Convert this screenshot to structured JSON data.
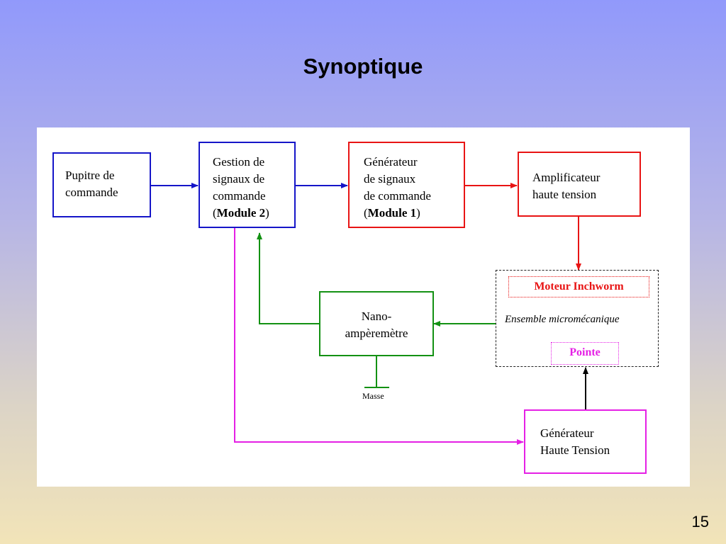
{
  "slide": {
    "title": "Synoptique",
    "page_number": "15"
  },
  "diagram": {
    "pupitre": {
      "line1": "Pupitre de",
      "line2": "commande"
    },
    "gestion": {
      "line1": "Gestion de",
      "line2": "signaux de",
      "line3": "commande",
      "module_open": "(",
      "module_bold": "Module 2",
      "module_close": ")"
    },
    "generateur_signaux": {
      "line1": "Générateur",
      "line2": "de signaux",
      "line3": "de commande",
      "module_open": "(",
      "module_bold": "Module 1",
      "module_close": ")"
    },
    "amplificateur": {
      "line1": "Amplificateur",
      "line2": "haute tension"
    },
    "ensemble": {
      "moteur": "Moteur  Inchworm",
      "label": "Ensemble micromécanique",
      "pointe": "Pointe"
    },
    "nano": {
      "line1": "Nano-",
      "line2": "ampèremètre"
    },
    "masse": "Masse",
    "generateur_ht": {
      "line1": "Générateur",
      "line2": "Haute Tension"
    }
  },
  "colors": {
    "blue": "#1515c8",
    "red": "#e81414",
    "green": "#139113",
    "magenta": "#e520e5",
    "black": "#000000"
  }
}
